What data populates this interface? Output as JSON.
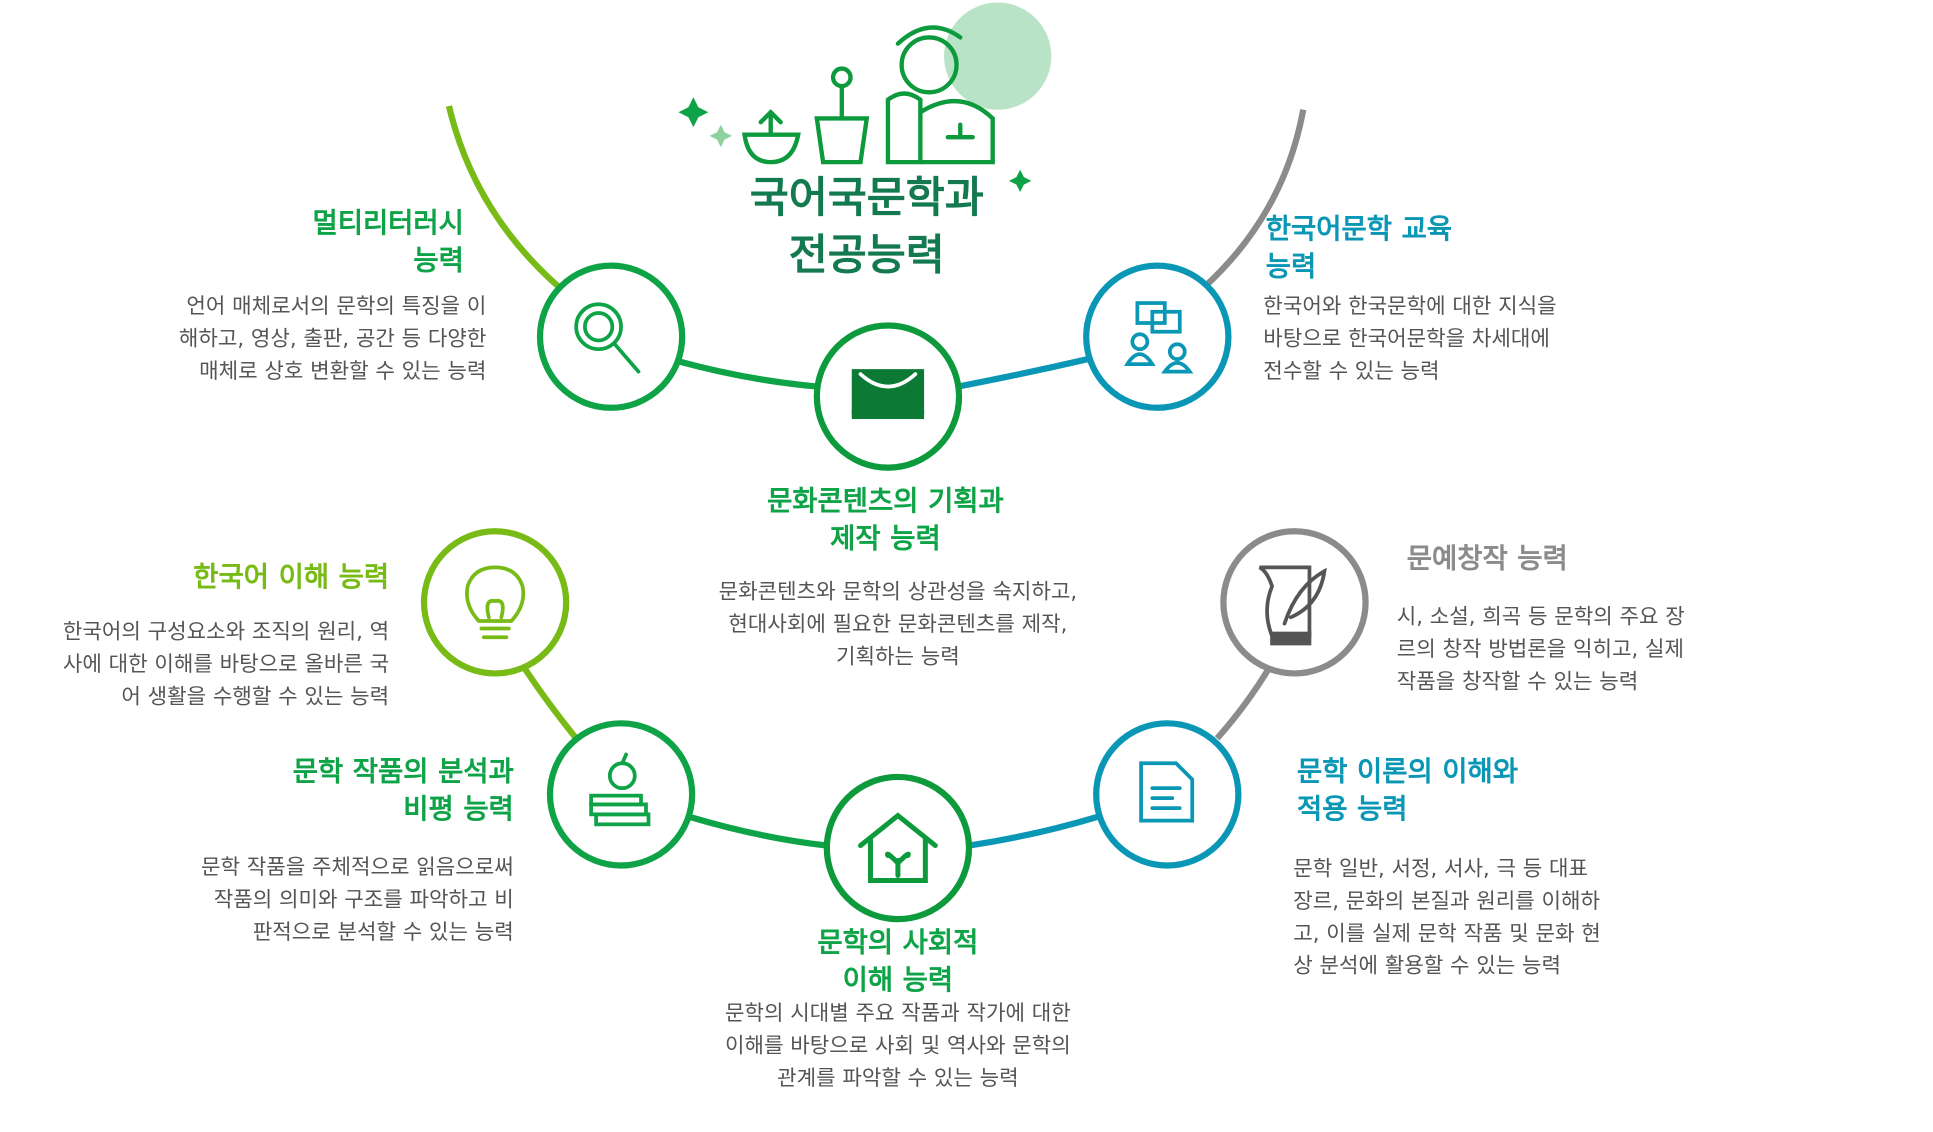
{
  "title": {
    "line1": "국어국문학과",
    "line2": "전공능력"
  },
  "colors": {
    "green": "#0ea347",
    "lime": "#78bb17",
    "teal": "#0a97b5",
    "gray": "#8b8b8b",
    "title": "#137a50"
  },
  "competencies": [
    {
      "id": "multiliteracy",
      "title1": "멀티리터러시",
      "title2": "능력",
      "desc": [
        "언어 매체로서의 문학의 특징을 이",
        "해하고, 영상, 출판, 공간 등 다양한",
        "매체로 상호 변환할 수 있는 능력"
      ],
      "icon": "magnifier-icon"
    },
    {
      "id": "culture-content",
      "title1": "문화콘텐츠의 기획과",
      "title2": "제작 능력",
      "desc": [
        "문화콘텐츠와 문학의 상관성을 숙지하고,",
        "현대사회에 필요한 문화콘텐츠를 제작,",
        "기획하는 능력"
      ],
      "icon": "theater-icon"
    },
    {
      "id": "korean-education",
      "title1": "한국어문학 교육",
      "title2": "능력",
      "desc": [
        "한국어와 한국문학에 대한 지식을",
        "바탕으로 한국어문학을 차세대에",
        "전수할 수 있는 능력"
      ],
      "icon": "people-chat-icon"
    },
    {
      "id": "korean-understanding",
      "title1": "한국어 이해 능력",
      "desc": [
        "한국어의 구성요소와 조직의 원리, 역",
        "사에 대한 이해를 바탕으로 올바른 국",
        "어 생활을 수행할 수 있는 능력"
      ],
      "icon": "lightbulb-icon"
    },
    {
      "id": "creative-writing",
      "title1": "문예창작 능력",
      "desc": [
        "시, 소설, 희곡 등 문학의 주요 장",
        "르의 창작 방법론을 익히고, 실제",
        "작품을 창작할 수 있는 능력"
      ],
      "icon": "quill-scroll-icon"
    },
    {
      "id": "literary-analysis",
      "title1": "문학 작품의 분석과",
      "title2": "비평 능력",
      "desc": [
        "문학 작품을 주체적으로 읽음으로써",
        "작품의 의미와 구조를 파악하고 비",
        "판적으로 분석할 수 있는 능력"
      ],
      "icon": "books-apple-icon"
    },
    {
      "id": "social-understanding",
      "title1": "문학의 사회적",
      "title2": "이해 능력",
      "desc": [
        "문학의 시대별 주요 작품과 작가에 대한",
        "이해를 바탕으로 사회 및 역사와 문학의",
        "관계를 파악할 수 있는 능력"
      ],
      "icon": "house-sprout-icon"
    },
    {
      "id": "literary-theory",
      "title1": "문학 이론의 이해와",
      "title2": "적용 능력",
      "desc": [
        "문학 일반, 서정, 서사, 극 등 대표",
        "장르, 문화의 본질과 원리를 이해하",
        "고, 이를 실제 문학 작품 및 문화 현",
        "상 분석에 활용할 수 있는 능력"
      ],
      "icon": "document-icon"
    }
  ]
}
